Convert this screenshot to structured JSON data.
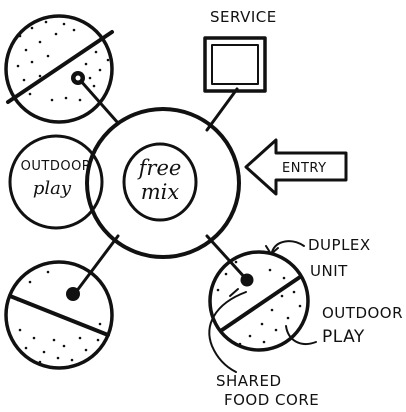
{
  "labels": {
    "service": "SERVICE",
    "entry": "ENTRY",
    "center_line1": "free",
    "center_line2": "mix",
    "outdoor_play_left_line1": "OUTDOOR",
    "outdoor_play_left_line2": "play",
    "duplex_line1": "DUPLEX",
    "duplex_line2": "UNIT",
    "outdoor_play_right_line1": "OUTDOOR",
    "outdoor_play_right_line2": "PLAY",
    "shared_food_line1": "SHARED",
    "shared_food_line2": "FOOD CORE"
  },
  "colors": {
    "ink": "#111111",
    "paper": "#ffffff"
  }
}
